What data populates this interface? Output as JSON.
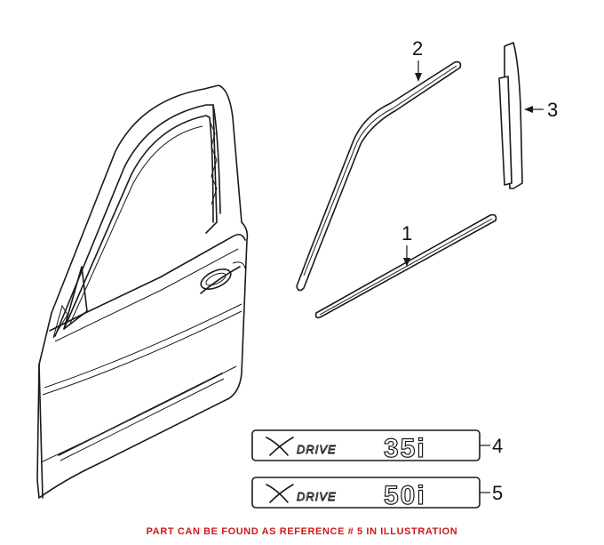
{
  "callouts": {
    "c1": "1",
    "c2": "2",
    "c3": "3",
    "c4": "4",
    "c5": "5"
  },
  "emblems": {
    "emblem_35i": {
      "brand": "DRIVE",
      "model": "35i"
    },
    "emblem_50i": {
      "brand": "DRIVE",
      "model": "50i"
    }
  },
  "footer": {
    "note": "PART CAN BE FOUND AS REFERENCE # 5 IN ILLUSTRATION",
    "color": "#cc1a1a"
  }
}
